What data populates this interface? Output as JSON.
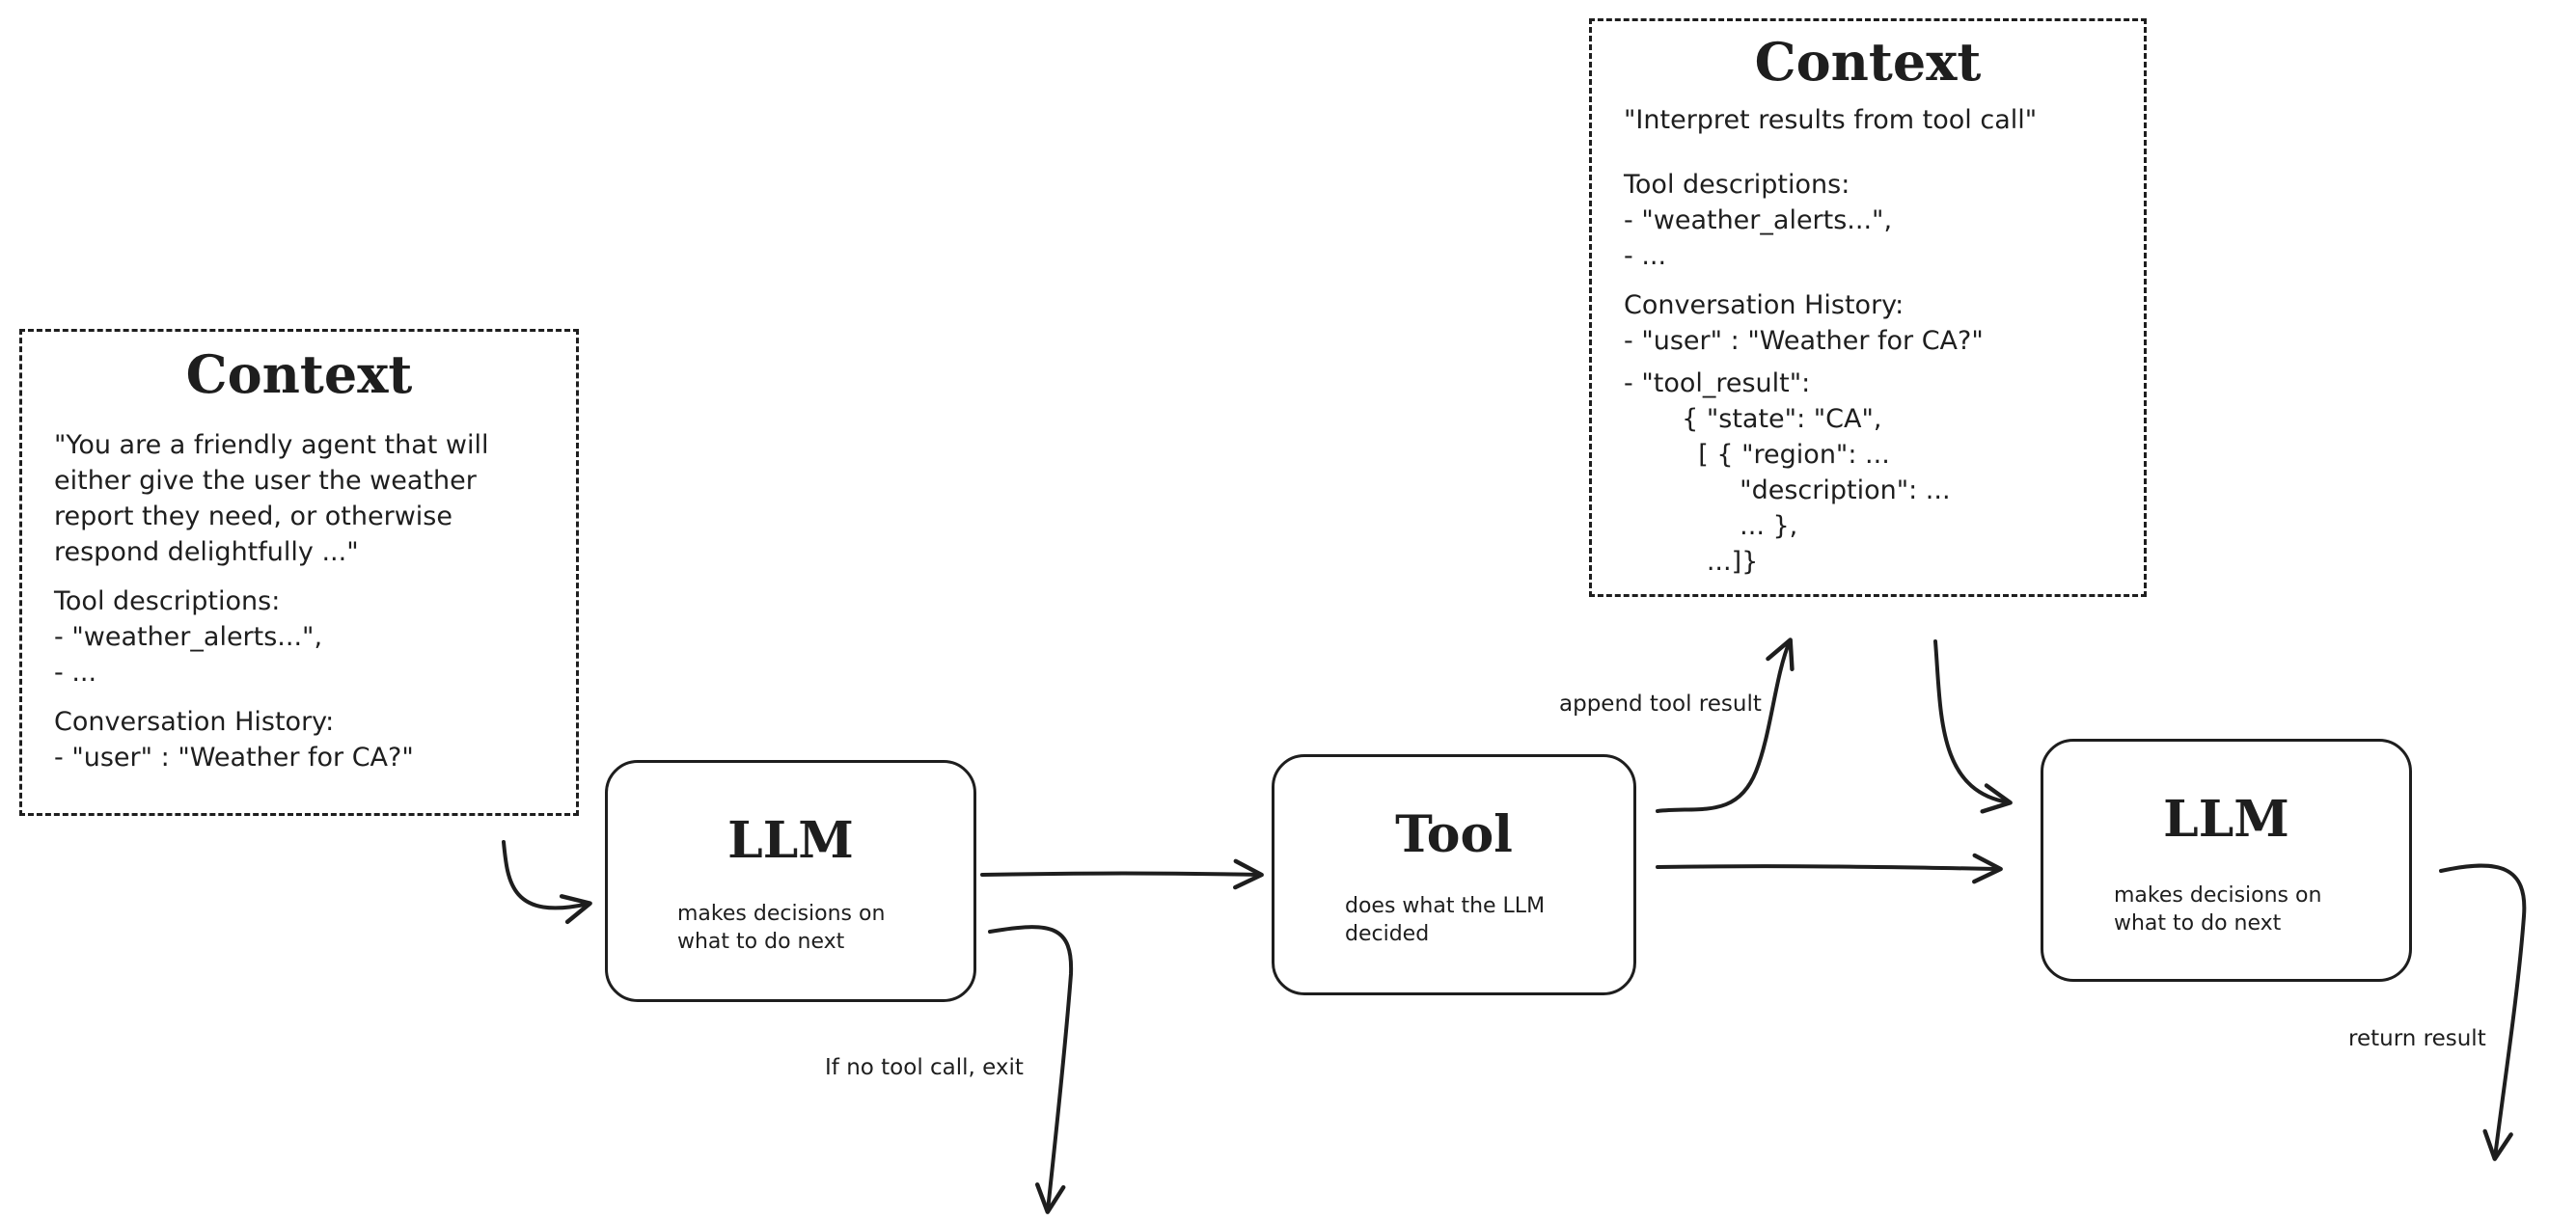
{
  "context_left": {
    "title": "Context",
    "prompt": [
      "\"You are a friendly agent that will",
      "either give the user the weather",
      "report they need, or otherwise",
      "respond delightfully ...\""
    ],
    "tool_heading": "Tool descriptions:",
    "tools": [
      "- \"weather_alerts...\",",
      "- ..."
    ],
    "history_heading": "Conversation History:",
    "history": [
      "- \"user\" : \"Weather for CA?\""
    ]
  },
  "context_top": {
    "title": "Context",
    "prompt": [
      "\"Interpret results from tool call\""
    ],
    "tool_heading": "Tool descriptions:",
    "tools": [
      "- \"weather_alerts...\",",
      "- ..."
    ],
    "history_heading": "Conversation History:",
    "history": [
      "- \"user\" : \"Weather for CA?\""
    ],
    "tool_result": [
      "- \"tool_result\":",
      "       { \"state\": \"CA\",",
      "         [ { \"region\": ...",
      "              \"description\": ...",
      "              ... },",
      "          ...]}"
    ]
  },
  "nodes": {
    "llm1": {
      "title": "LLM",
      "desc": [
        "makes decisions on",
        "what to do next"
      ]
    },
    "tool": {
      "title": "Tool",
      "desc": [
        "does what the LLM",
        "decided"
      ]
    },
    "llm2": {
      "title": "LLM",
      "desc": [
        "makes decisions on",
        "what to do next"
      ]
    }
  },
  "edges": {
    "no_tool": "If no tool call, exit",
    "append": "append tool result",
    "return": "return result"
  }
}
